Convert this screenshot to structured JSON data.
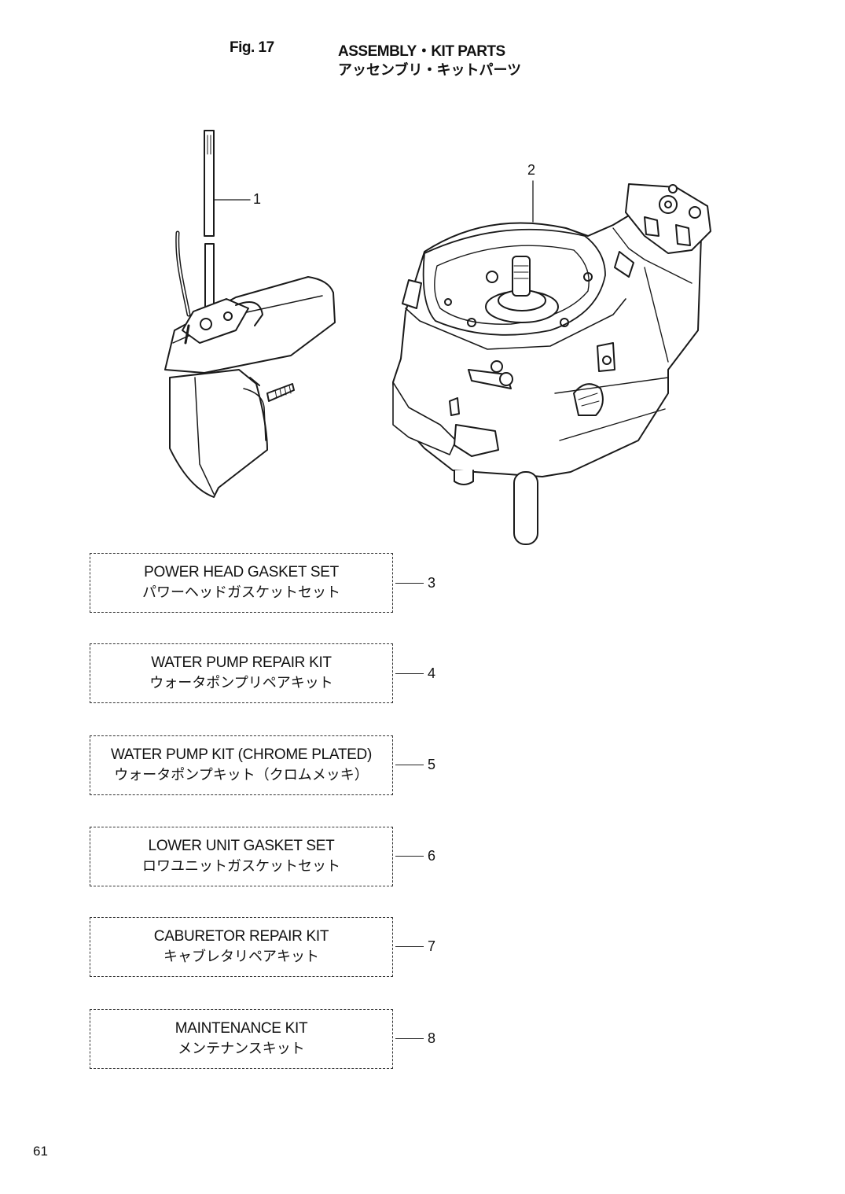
{
  "header": {
    "fig_label": "Fig. 17",
    "title_en": "ASSEMBLY・KIT PARTS",
    "title_ja": "アッセンブリ・キットパーツ"
  },
  "callouts": {
    "part1": "1",
    "part2": "2"
  },
  "kits": [
    {
      "number": "3",
      "name_en": "POWER HEAD GASKET SET",
      "name_ja": "パワーヘッドガスケットセット"
    },
    {
      "number": "4",
      "name_en": "WATER PUMP REPAIR KIT",
      "name_ja": "ウォータポンプリペアキット"
    },
    {
      "number": "5",
      "name_en": "WATER PUMP KIT (CHROME PLATED)",
      "name_ja": "ウォータポンプキット（クロムメッキ）"
    },
    {
      "number": "6",
      "name_en": "LOWER UNIT GASKET SET",
      "name_ja": "ロワユニットガスケットセット"
    },
    {
      "number": "7",
      "name_en": "CABURETOR REPAIR KIT",
      "name_ja": "キャブレタリペアキット"
    },
    {
      "number": "8",
      "name_en": "MAINTENANCE KIT",
      "name_ja": "メンテナンスキット"
    }
  ],
  "footer": {
    "page_number": "61"
  }
}
